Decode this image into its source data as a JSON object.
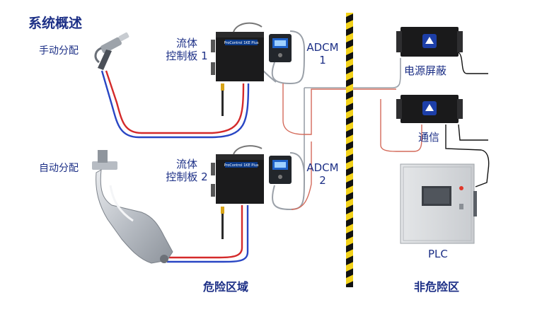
{
  "title": "系统概述",
  "labels": {
    "manual": "手动分配",
    "auto": "自动分配",
    "panel1_line1": "流体",
    "panel1_line2": "控制板 1",
    "panel2_line1": "流体",
    "panel2_line2": "控制板 2",
    "adcm1_line1": "ADCM",
    "adcm1_line2": "1",
    "adcm2_line1": "ADCM",
    "adcm2_line2": "2",
    "power": "电源屏蔽",
    "comm": "通信",
    "plc": "PLC",
    "hazardous": "危险区域",
    "nonhazardous": "非危险区"
  },
  "device_text": "ProControl 1KE Plus",
  "colors": {
    "label": "#1c2f86",
    "hose_red": "#d42a2a",
    "hose_blue": "#2946c4",
    "cable_red": "#d46a5a",
    "cable_gray": "#9aa0a8",
    "barrier_yellow": "#f3d21a",
    "barrier_black": "#111111",
    "cabinet": "#d9dcdf"
  },
  "icons": [
    "spray-gun-icon",
    "auto-dispense-valve-icon",
    "fluid-control-panel-icon",
    "adcm-module-icon",
    "power-supply-icon",
    "gateway-icon",
    "plc-cabinet-icon"
  ]
}
